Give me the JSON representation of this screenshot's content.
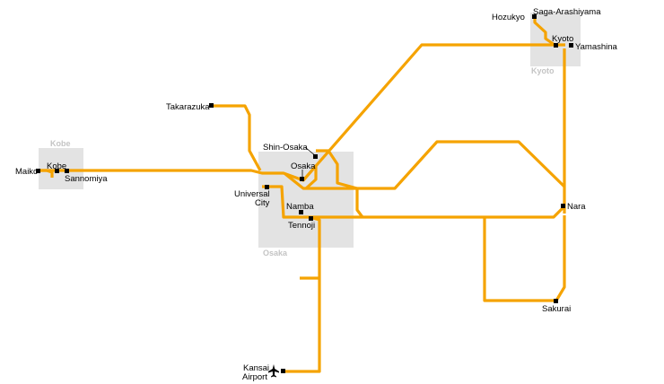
{
  "regions": [
    {
      "id": "kobe",
      "label": "Kobe"
    },
    {
      "id": "osaka",
      "label": "Osaka"
    },
    {
      "id": "kyoto",
      "label": "Kyoto"
    }
  ],
  "stations": {
    "saga_arashiyama": "Saga-Arashiyama",
    "hozukyo": "Hozukyo",
    "kyoto": "Kyoto",
    "yamashina": "Yamashina",
    "takarazuka": "Takarazuka",
    "shin_osaka": "Shin-Osaka",
    "osaka": "Osaka",
    "universal_city_1": "Universal",
    "universal_city_2": "City",
    "namba": "Namba",
    "tennoji": "Tennoji",
    "maiko": "Maiko",
    "kobe": "Kobe",
    "sannomiya": "Sannomiya",
    "nara": "Nara",
    "sakurai": "Sakurai",
    "kansai_airport_1": "Kansai",
    "kansai_airport_2": "Airport"
  },
  "icons": {
    "airport": "airplane-icon"
  },
  "colors": {
    "route": "#f5a300",
    "region": "#e3e3e3",
    "region_label": "#c4c4c4"
  }
}
